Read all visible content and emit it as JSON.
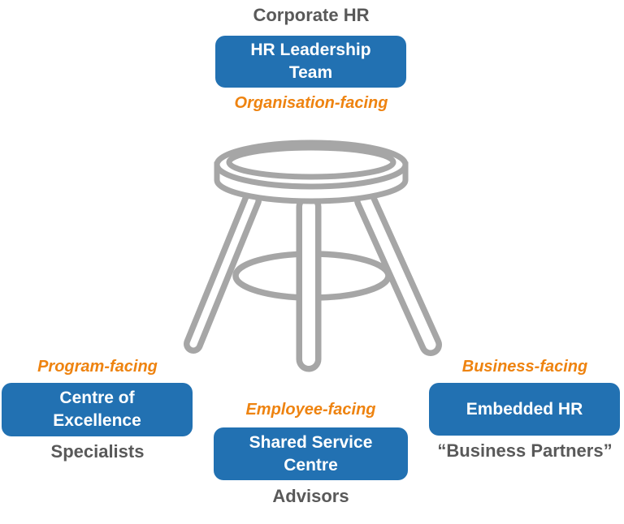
{
  "colors": {
    "box_blue": "#2271B2",
    "accent_orange": "#EE8310",
    "caption_gray": "#595959",
    "stool_gray": "#A6A6A6",
    "box_text": "#FFFFFF",
    "background": "#FFFFFF"
  },
  "top_group": {
    "category_label": "Corporate HR",
    "box": {
      "line1": "HR Leadership",
      "line2": "Team"
    },
    "facing_label": "Organisation-facing"
  },
  "stool": {
    "icon": "three-legged-stool"
  },
  "left_group": {
    "facing_label": "Program-facing",
    "box": {
      "line1": "Centre of",
      "line2": "Excellence"
    },
    "caption": "Specialists"
  },
  "middle_group": {
    "facing_label": "Employee-facing",
    "box": {
      "line1": "Shared Service",
      "line2": "Centre"
    },
    "caption": "Advisors"
  },
  "right_group": {
    "facing_label": "Business-facing",
    "box": {
      "line1": "Embedded HR"
    },
    "caption": "“Business Partners”"
  }
}
